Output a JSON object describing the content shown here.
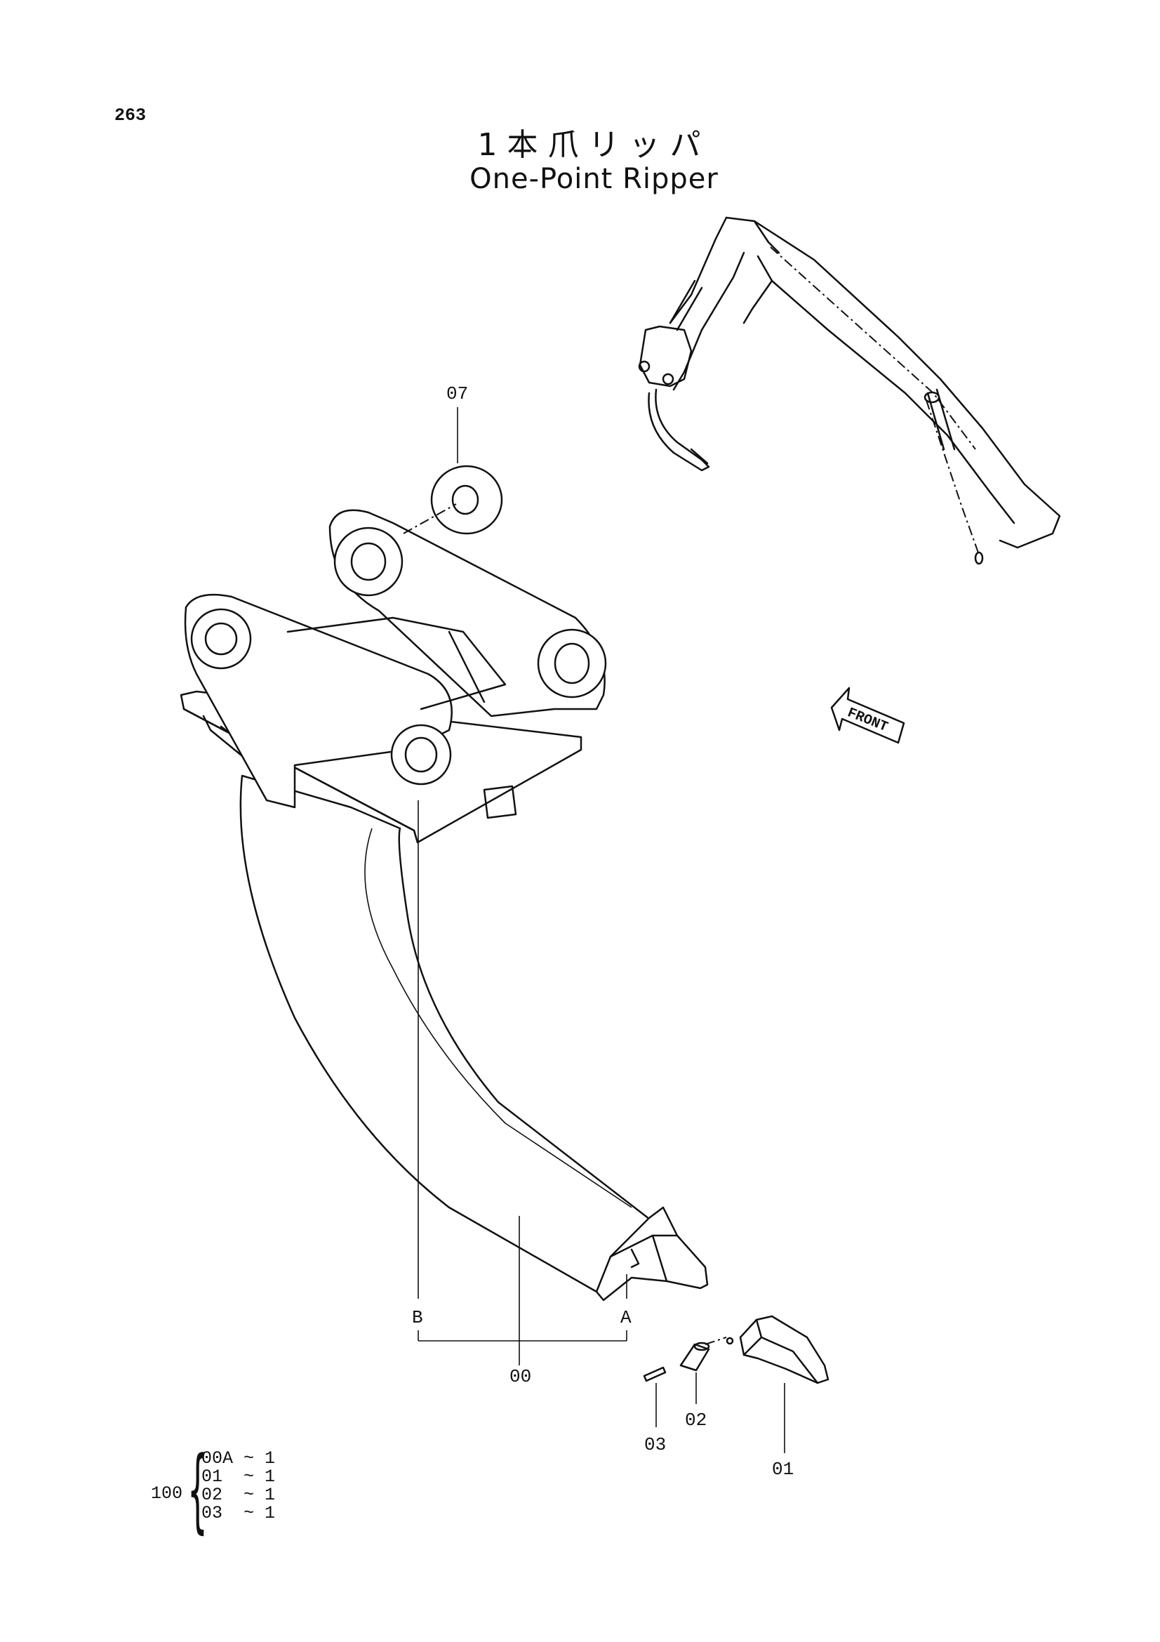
{
  "page_number": "263",
  "title_jp": "1本爪リッパ",
  "title_en": "One-Point Ripper",
  "front_arrow_label": "FRONT",
  "callouts": {
    "p07": "07",
    "p00": "00",
    "p01": "01",
    "p02": "02",
    "p03": "03",
    "ref_a": "A",
    "ref_b": "B"
  },
  "kit": {
    "number": "100",
    "items": [
      {
        "part": "00A",
        "qty": "~ 1"
      },
      {
        "part": "01",
        "qty": "~ 1"
      },
      {
        "part": "02",
        "qty": "~ 1"
      },
      {
        "part": "03",
        "qty": "~ 1"
      }
    ]
  }
}
